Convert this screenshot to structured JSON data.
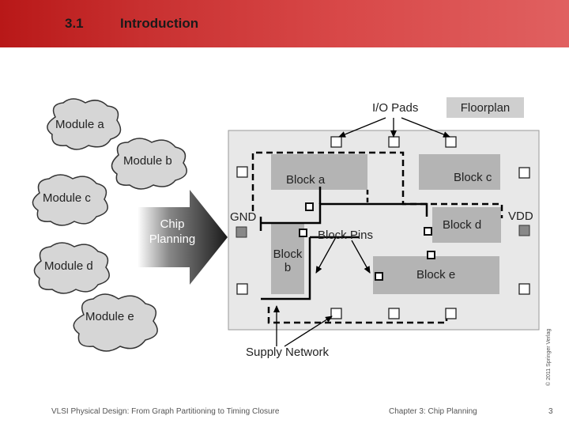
{
  "header": {
    "section_number": "3.1",
    "section_title": "Introduction"
  },
  "modules": [
    "Module a",
    "Module b",
    "Module c",
    "Module d",
    "Module e"
  ],
  "chip_planning": {
    "line1": "Chip",
    "line2": "Planning"
  },
  "labels": {
    "io_pads": "I/O Pads",
    "floorplan": "Floorplan",
    "gnd": "GND",
    "vdd": "VDD",
    "block_pins": "Block Pins",
    "supply_network": "Supply Network"
  },
  "blocks": {
    "a": "Block a",
    "b_line1": "Block",
    "b_line2": "b",
    "c": "Block c",
    "d": "Block d",
    "e": "Block e"
  },
  "footer": {
    "left": "VLSI Physical Design: From Graph Partitioning to Timing Closure",
    "center": "Chapter 3: Chip Planning",
    "page": "3"
  },
  "copyright": "© 2011 Springer Verlag",
  "colors": {
    "header": "#c83030",
    "block": "#b4b4b4",
    "floorplan_bg": "#e8e8e8"
  }
}
